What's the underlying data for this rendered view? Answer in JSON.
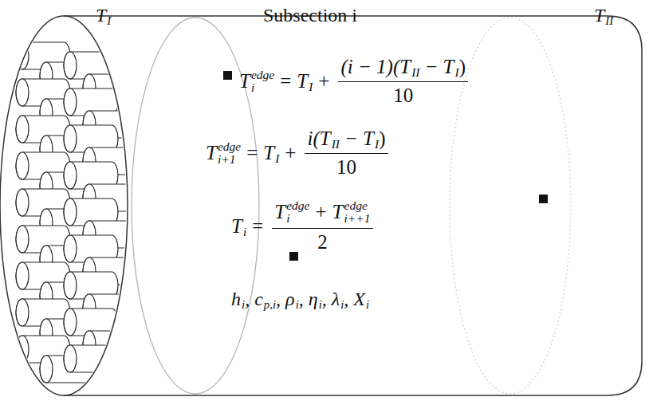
{
  "diagram": {
    "labels": [
      "T",
      "I",
      "Subsection i",
      "T",
      "II",
      "T",
      "edge",
      "i",
      "=",
      "T",
      "I",
      "+",
      "(i − 1)(T",
      "II",
      "− T",
      "I",
      ")",
      "10",
      "T",
      "edge",
      "i+1",
      "=",
      "T",
      "I",
      "+",
      "i(T",
      "II",
      "− T",
      "I",
      ")",
      "10",
      "T",
      "i",
      "=",
      "T",
      "edge",
      "i",
      "+",
      "T",
      "edge",
      "i++1",
      "2",
      "h",
      "i",
      ", c",
      "p,i",
      ", ρ",
      "i",
      ", η",
      "i",
      ", λ",
      "i",
      ", X",
      "i"
    ]
  }
}
